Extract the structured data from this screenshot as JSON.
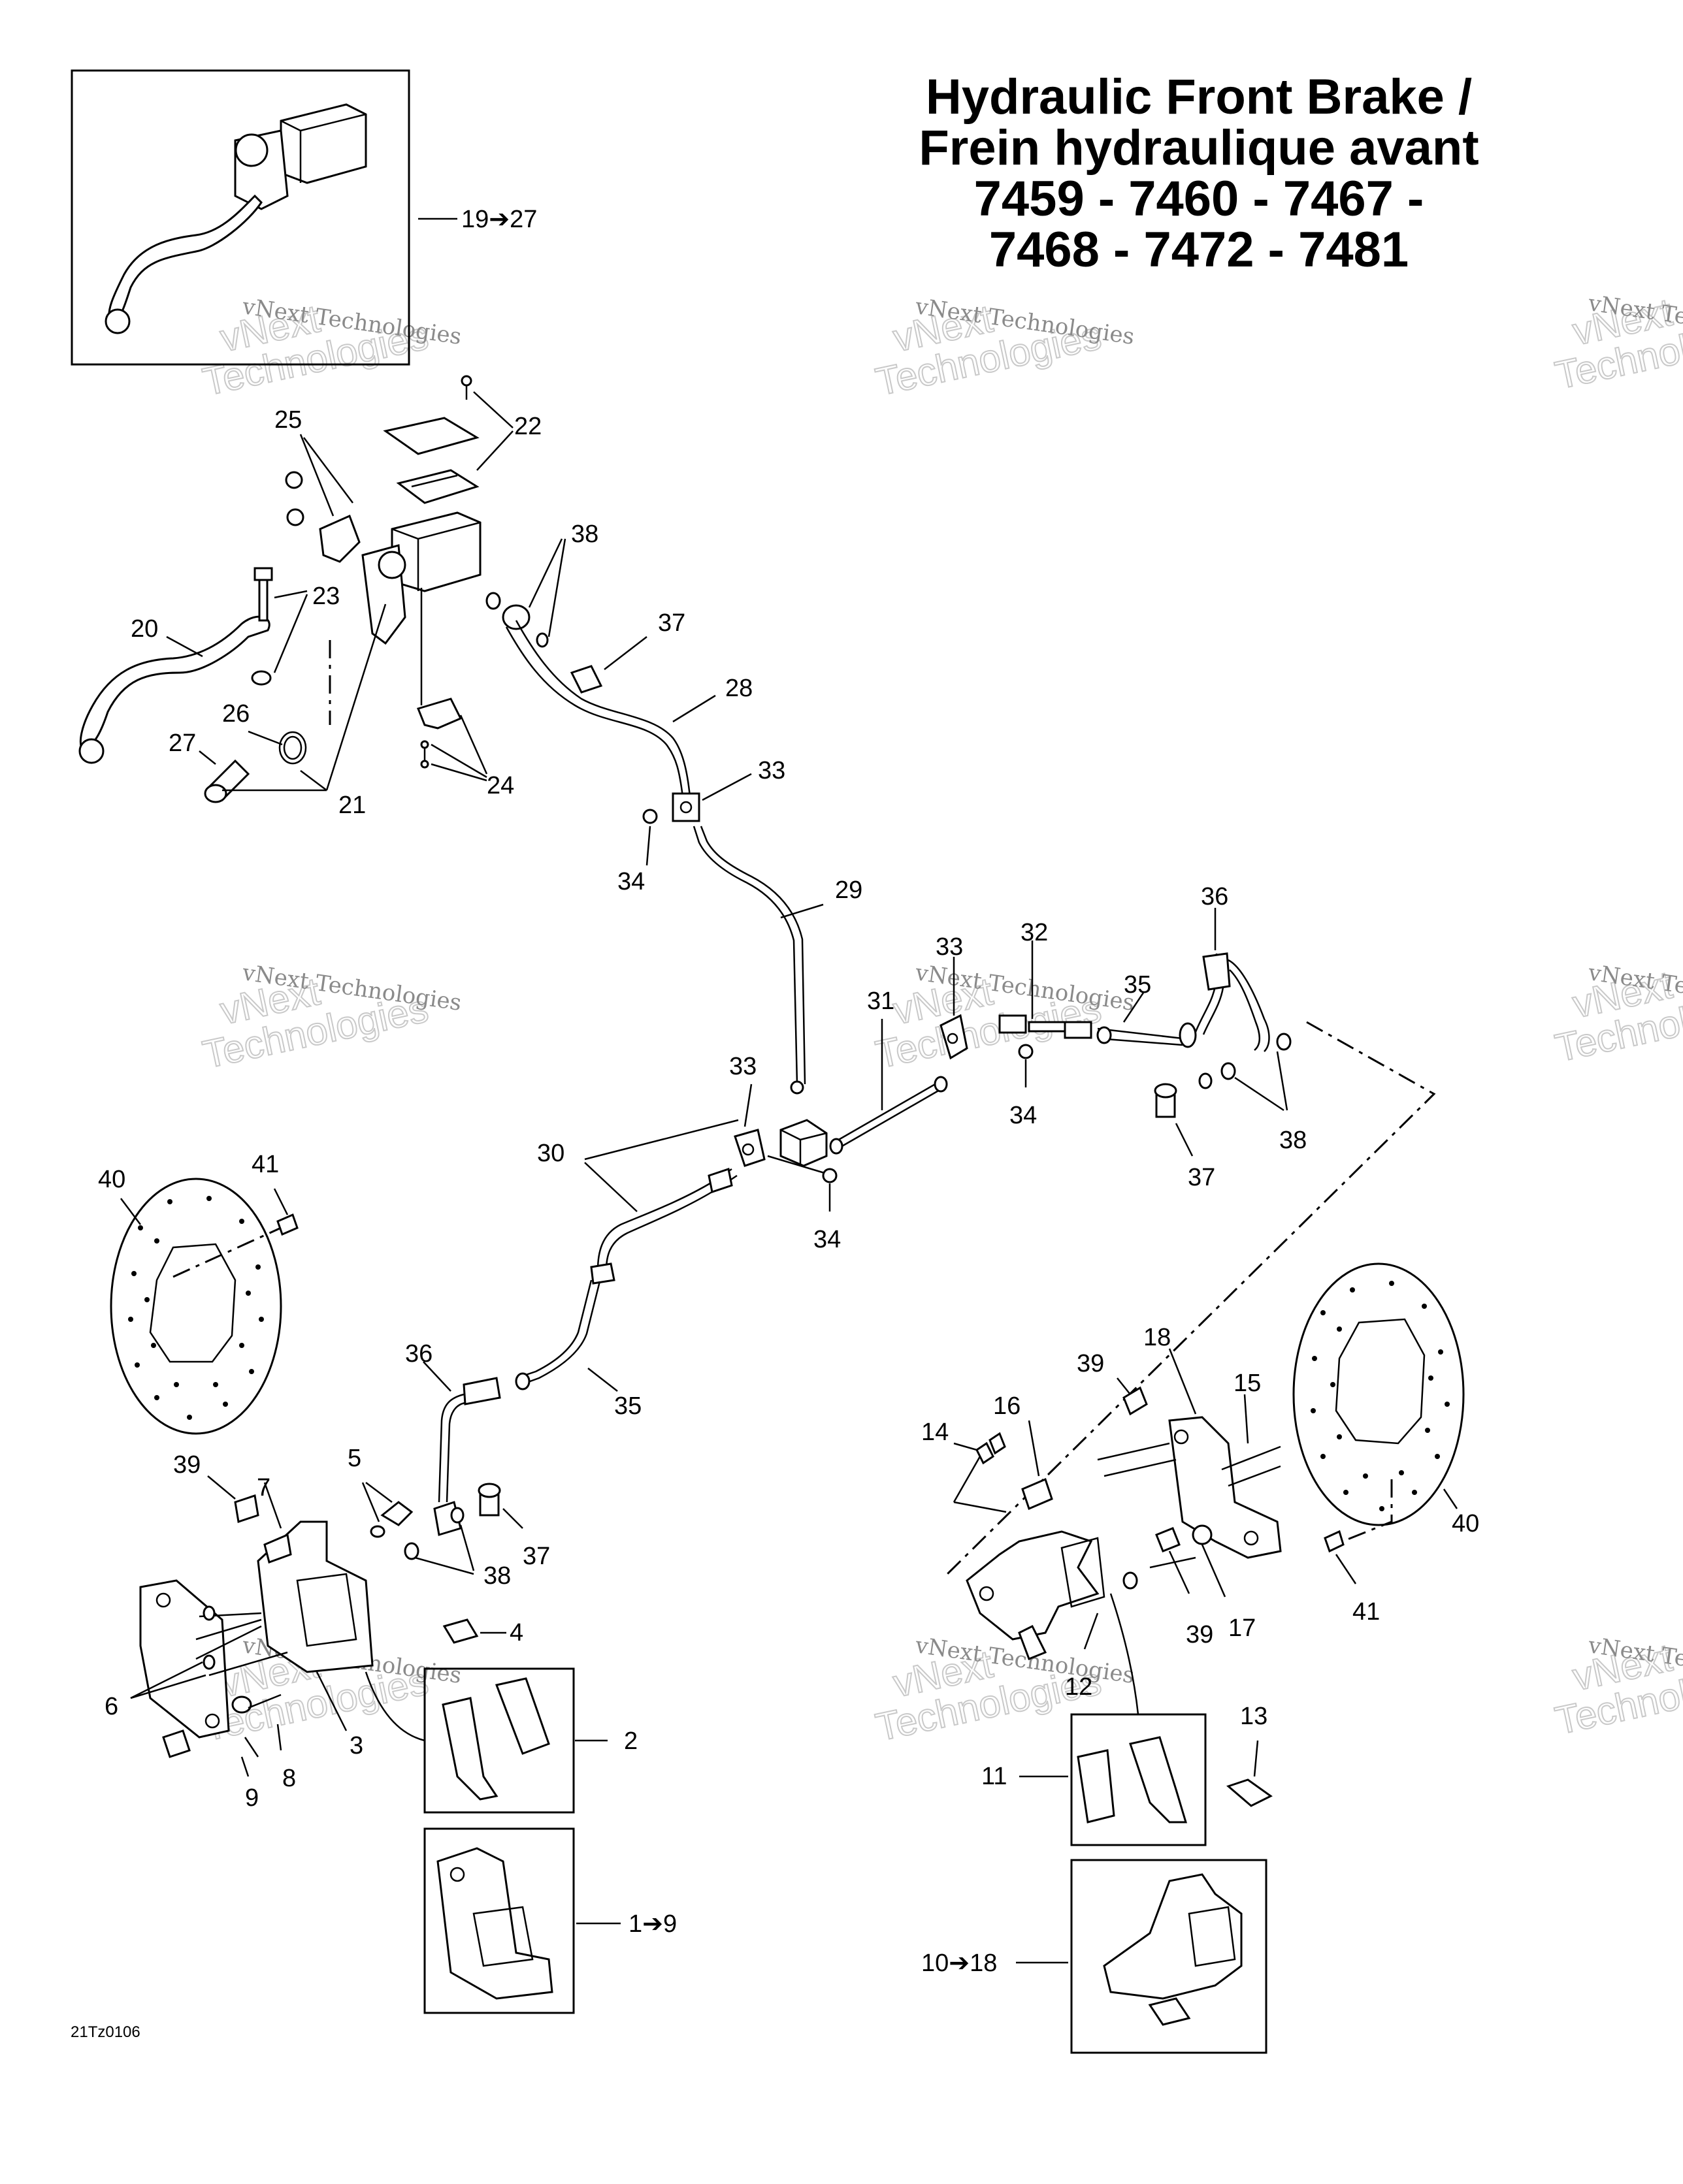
{
  "title": {
    "line1": "Hydraulic Front Brake /",
    "line2": "Frein hydraulique avant",
    "line3": "7459 - 7460 - 7467 -",
    "line4": "7468 - 7472 - 7481"
  },
  "drawing_code": "21Tz0106",
  "watermark": {
    "top": "vNext Technologies",
    "bottom": "vNext\nTechnologies"
  },
  "callouts": {
    "c1_9": "1➔9",
    "c2": "2",
    "c3": "3",
    "c4": "4",
    "c5": "5",
    "c6": "6",
    "c7": "7",
    "c8": "8",
    "c9": "9",
    "c10_18": "10➔18",
    "c11": "11",
    "c12": "12",
    "c13": "13",
    "c14": "14",
    "c15": "15",
    "c16": "16",
    "c17": "17",
    "c18": "18",
    "c19_27": "19➔27",
    "c20": "20",
    "c21": "21",
    "c22": "22",
    "c23": "23",
    "c24": "24",
    "c25": "25",
    "c26": "26",
    "c27": "27",
    "c28": "28",
    "c29": "29",
    "c30": "30",
    "c31": "31",
    "c32": "32",
    "c33a": "33",
    "c33b": "33",
    "c33c": "33",
    "c34a": "34",
    "c34b": "34",
    "c34c": "34",
    "c35a": "35",
    "c35b": "35",
    "c36a": "36",
    "c36b": "36",
    "c37a": "37",
    "c37b": "37",
    "c37c": "37",
    "c38a": "38",
    "c38b": "38",
    "c38c": "38",
    "c39a": "39",
    "c39b": "39",
    "c39c": "39",
    "c40a": "40",
    "c40b": "40",
    "c41a": "41",
    "c41b": "41"
  }
}
